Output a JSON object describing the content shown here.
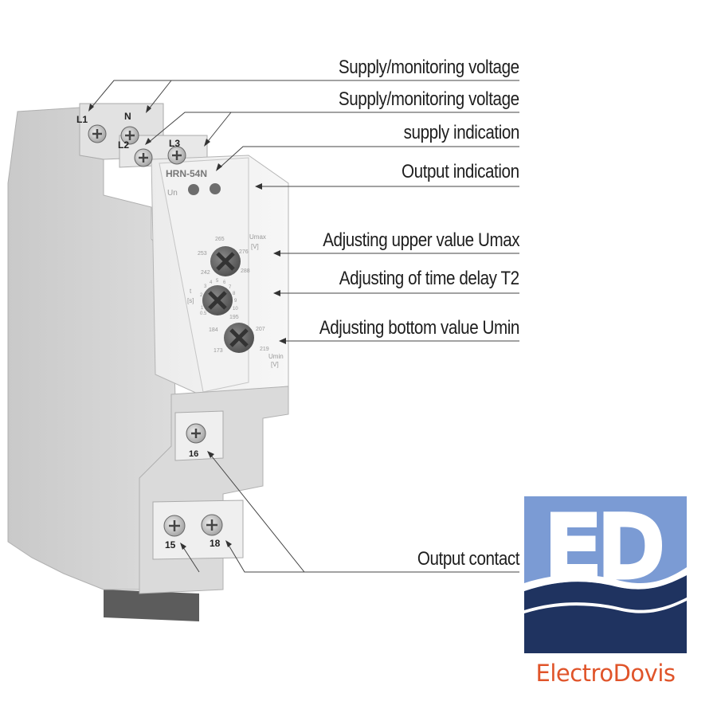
{
  "device": {
    "model": "HRN-54N",
    "terminals": {
      "t1": "L1",
      "t2": "N",
      "t3": "L2",
      "t4": "L3",
      "t5": "16",
      "t6": "15",
      "t7": "18"
    },
    "led_label": "Un",
    "umax_label_1": "Umax",
    "umax_label_2": "[V]",
    "umax_scale": [
      "265",
      "253",
      "276",
      "242",
      "288"
    ],
    "t2_label_1": "t",
    "t2_label_2": "[s]",
    "t2_scale": [
      "1",
      "2",
      "3",
      "4",
      "5",
      "6",
      "7",
      "8",
      "9",
      "10",
      "0.5"
    ],
    "umin_scale": [
      "195",
      "184",
      "207",
      "173",
      "219"
    ],
    "umin_label_1": "Umin",
    "umin_label_2": "[V]"
  },
  "callouts": [
    {
      "id": "supply-1",
      "text": "Supply/monitoring voltage"
    },
    {
      "id": "supply-2",
      "text": "Supply/monitoring voltage"
    },
    {
      "id": "supply-ind",
      "text": "supply indication"
    },
    {
      "id": "output-ind",
      "text": "Output indication"
    },
    {
      "id": "umax",
      "text": "Adjusting upper value Umax"
    },
    {
      "id": "t2",
      "text": "Adjusting of time delay T2"
    },
    {
      "id": "umin",
      "text": "Adjusting bottom value Umin"
    },
    {
      "id": "output-contact",
      "text": "Output contact"
    }
  ],
  "logo": {
    "monogram": "ED",
    "name": "ElectroDovis",
    "colors": {
      "sky": "#7b9bd4",
      "sea": "#1f3360",
      "wave": "#ffffff",
      "name": "#e0542a"
    }
  }
}
